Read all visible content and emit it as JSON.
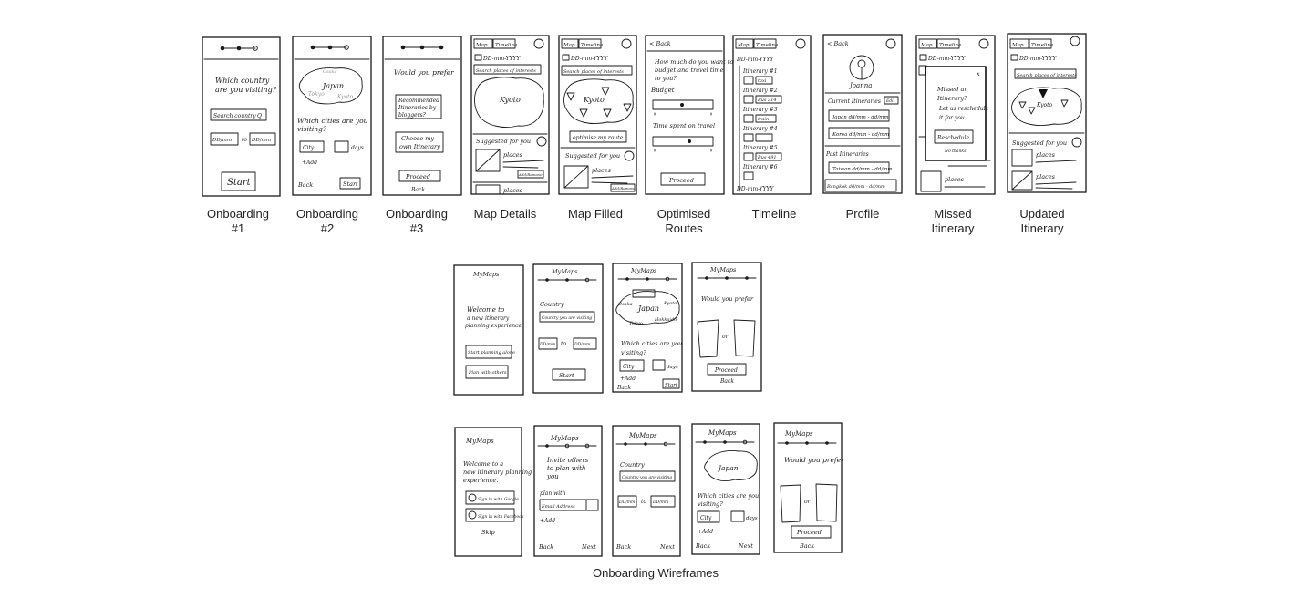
{
  "captions": {
    "onboarding1": "Onboarding\n#1",
    "onboarding2": "Onboarding\n#2",
    "onboarding3": "Onboarding\n#3",
    "map_details": "Map Details",
    "map_filled": "Map Filled",
    "optimised_routes": "Optimised\nRoutes",
    "timeline": "Timeline",
    "profile": "Profile",
    "missed_itinerary": "Missed\nItinerary",
    "updated_itinerary": "Updated\nItinerary",
    "onboarding_wireframes": "Onboarding Wireframes"
  },
  "sketch": {
    "which_country": "Which country",
    "are_you_visiting": "are you visiting?",
    "search_country": "Search country",
    "ddmm": "DD/mm",
    "to": "to",
    "start": "Start",
    "japan": "Japan",
    "tokyo": "Tokyo",
    "kyoto": "Kyoto",
    "osaka": "Osaka",
    "hokkaido": "Hokkaido",
    "which_cities_1": "Which cities are you",
    "which_cities_2": "visiting?",
    "city": "City",
    "days": "days",
    "add": "+Add",
    "back": "Back",
    "next": "Next",
    "would_you_prefer": "Would you prefer",
    "recommended_1": "Recommended",
    "recommended_2": "Itineraries by",
    "recommended_3": "bloggers?",
    "choose_1": "Choose my",
    "choose_2": "own Itinerary",
    "proceed": "Proceed",
    "map": "Map",
    "timeline": "Timeline",
    "date_full": "DD-mm-YYYY",
    "search_places": "Search places of interests",
    "suggested_for_you": "Suggested for you",
    "places": "places",
    "add_button": "Add/Remove",
    "optimise_my_route": "optimise my route",
    "back_arrow": "< Back",
    "how_much_1": "How much do you want to",
    "how_much_2": "budget and travel time",
    "how_much_3": "to you?",
    "budget": "Budget",
    "time_spent": "Time spent on travel",
    "itinerary_1": "Itinerary #1",
    "itinerary_2": "Itinerary #2",
    "itinerary_3": "Itinerary #3",
    "itinerary_4": "Itinerary #4",
    "itinerary_5": "Itinerary #5",
    "itinerary_6": "Itinerary #6",
    "taxi": "taxi",
    "bus_314": "Bus 314",
    "train": "train",
    "bus_491": "Bus 491",
    "joanna": "Joanna",
    "current_itineraries": "Current Itineraries",
    "edit": "Edit",
    "japan_dates": "Japan dd/mm - dd/mm",
    "korea_dates": "Korea dd/mm - dd/mm",
    "past_itineraries": "Past Itineraries",
    "taiwan_dates": "Taiwan dd/mm - dd/mm",
    "bangkok_dates": "Bangkok dd/mm - dd/mm",
    "missed_1": "Missed an",
    "missed_2": "Itinerary?",
    "missed_3": "Let us reschedule",
    "missed_4": "it for you.",
    "reschedule": "Reschedule",
    "no_thanks": "No thanks",
    "close_x": "x",
    "mymaps": "MyMaps",
    "welcome_1": "Welcome to",
    "welcome_2": "a new itinerary",
    "welcome_3": "planning experience",
    "start_planning": "Start planning alone",
    "plan_with_others": "Plan with others",
    "country": "Country",
    "country_field": "Country you are visiting",
    "or": "or",
    "welcome_b1": "Welcome to a",
    "welcome_b2": "new itinerary planning",
    "welcome_b3": "experience.",
    "sign_google": "Sign in with Google",
    "sign_facebook": "Sign in with Facebook",
    "skip": "Skip",
    "invite_1": "Invite others",
    "invite_2": "to plan with",
    "invite_3": "you",
    "plan_with": "plan with",
    "email_address": "Email Address",
    "search_kbd": "Q"
  }
}
